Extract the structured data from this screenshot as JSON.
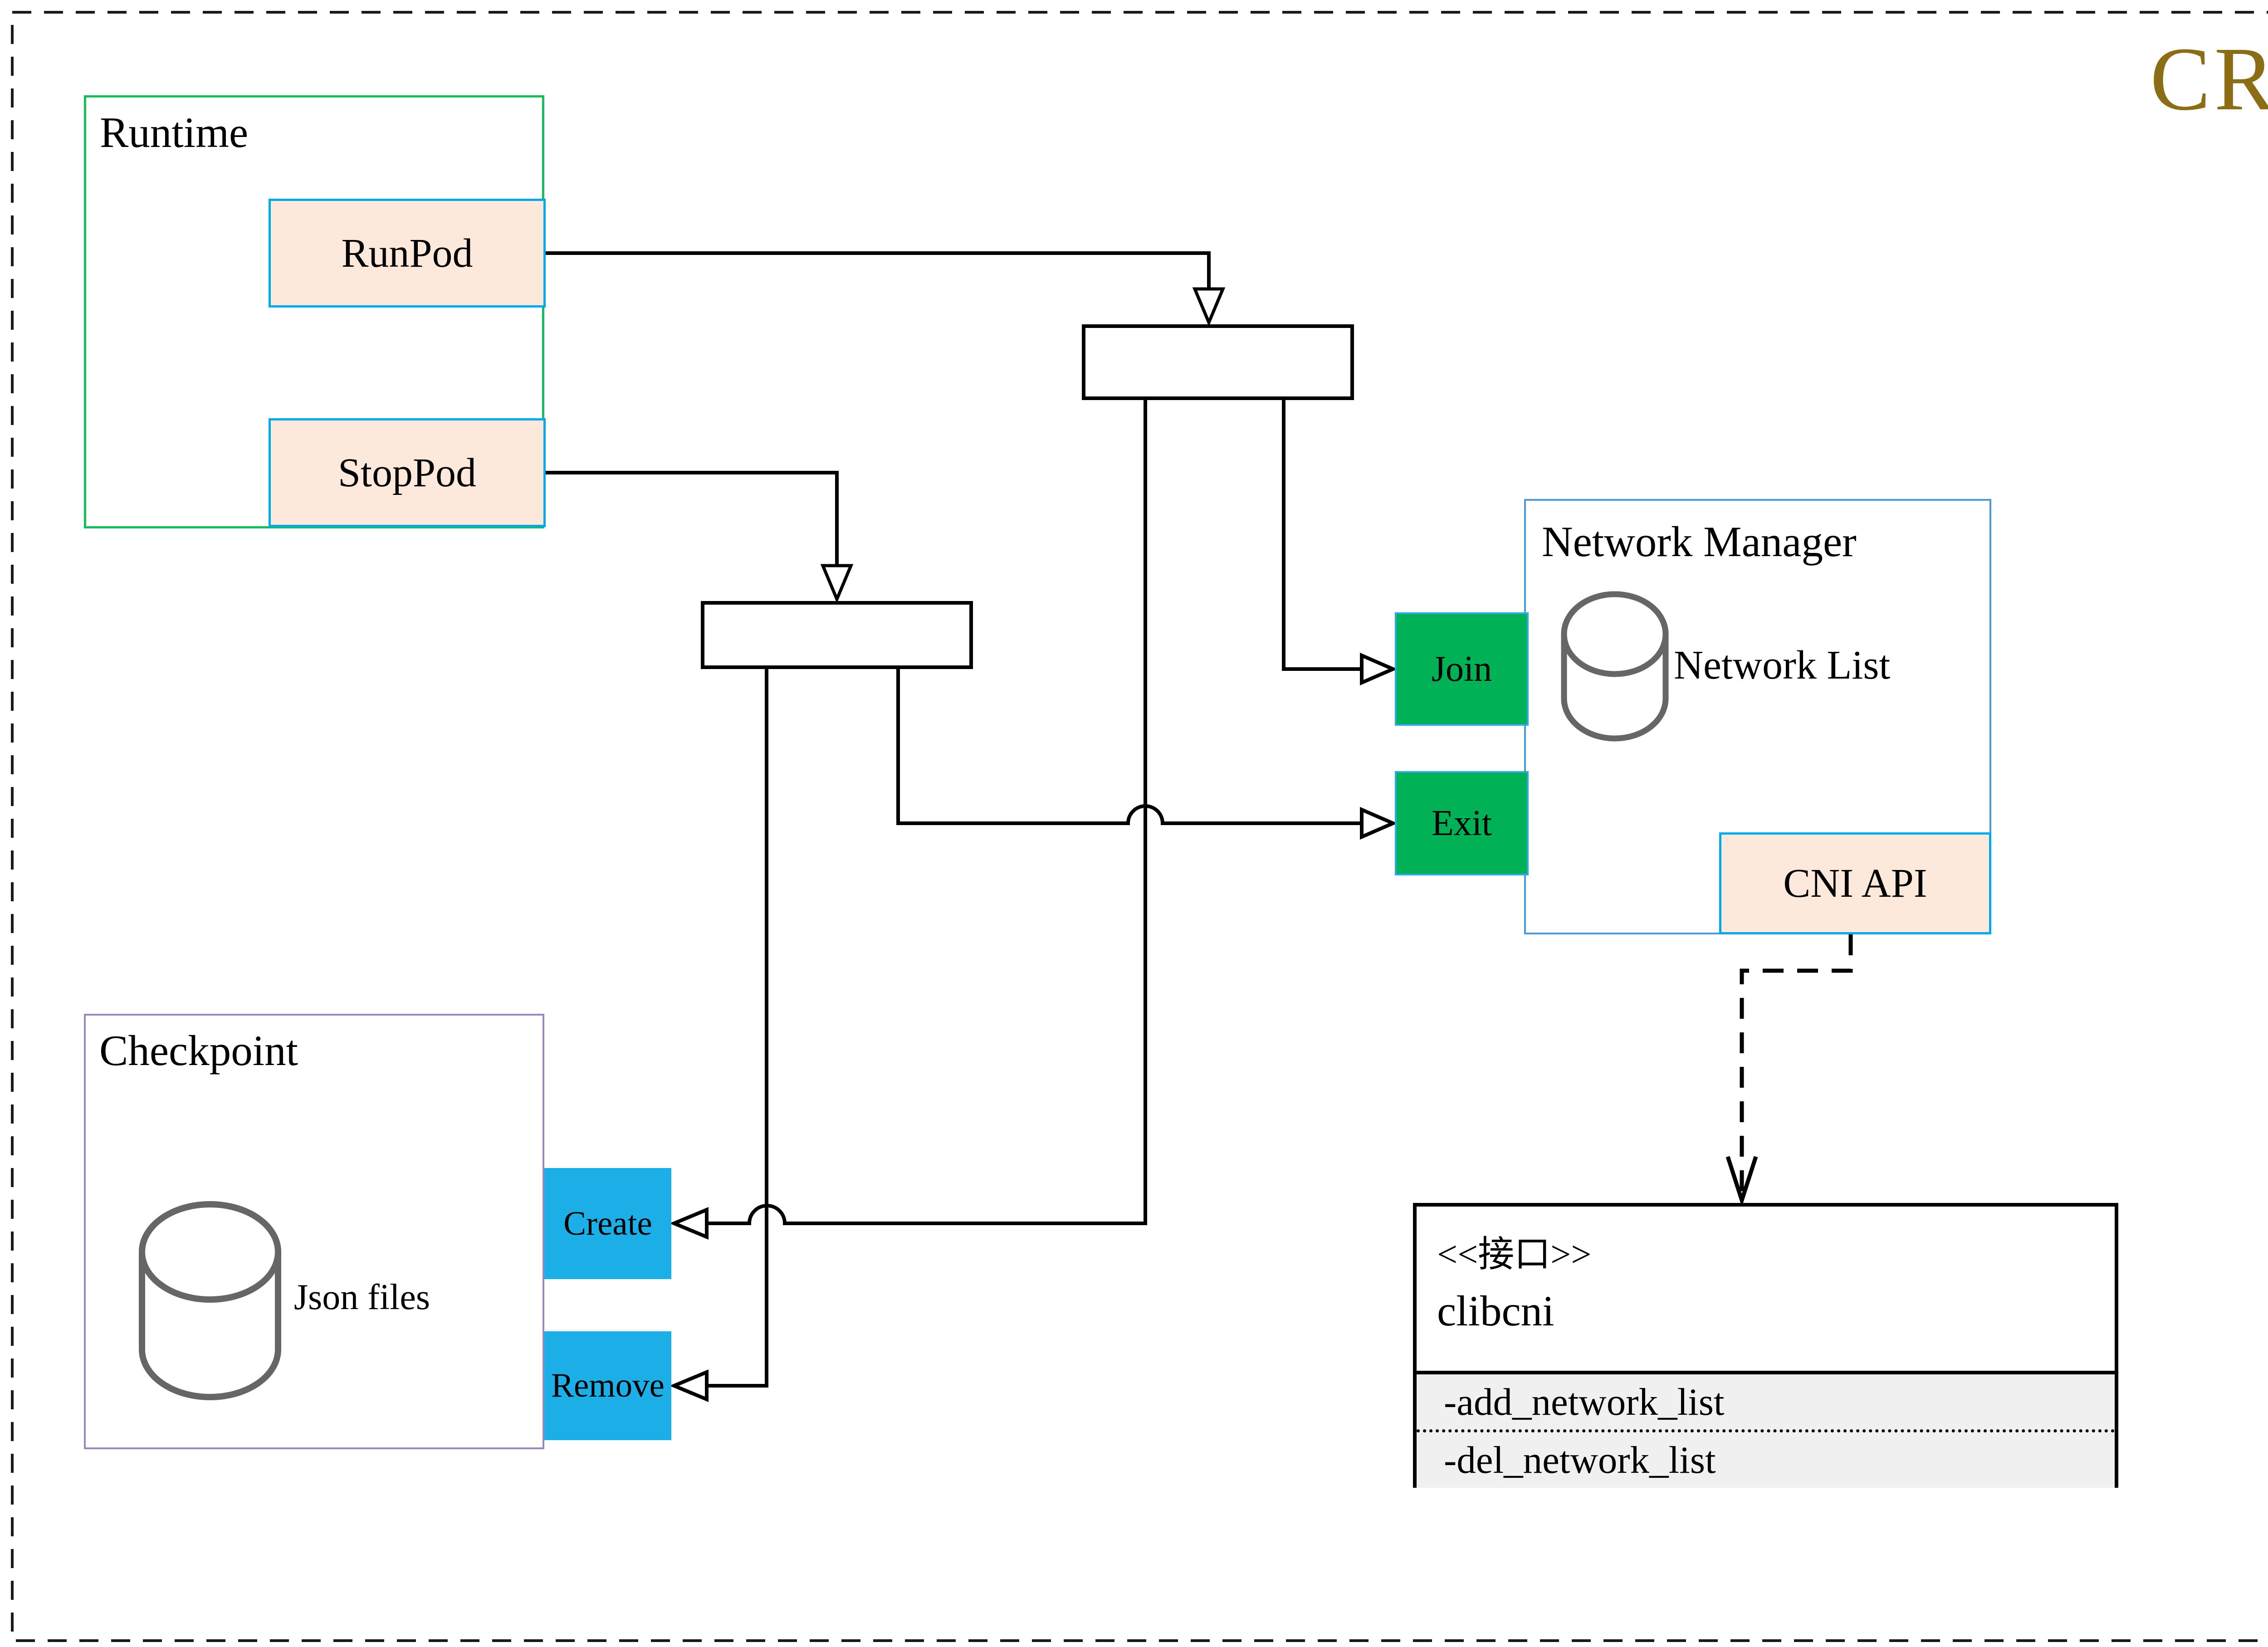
{
  "page": {
    "badge": "CRI"
  },
  "runtime": {
    "title": "Runtime",
    "buttons": [
      {
        "label": "RunPod"
      },
      {
        "label": "StopPod"
      }
    ]
  },
  "network_manager": {
    "title": "Network Manager",
    "db_label": "Network List",
    "buttons": [
      {
        "label": "Join"
      },
      {
        "label": "Exit"
      }
    ],
    "api_label": "CNI API"
  },
  "checkpoint": {
    "title": "Checkpoint",
    "db_label": "Json files",
    "buttons": [
      {
        "label": "Create"
      },
      {
        "label": "Remove"
      }
    ]
  },
  "interface_box": {
    "stereotype": "<<接口>>",
    "name": "clibcni",
    "methods": [
      {
        "label": "-add_network_list"
      },
      {
        "label": "-del_network_list"
      }
    ]
  },
  "colors": {
    "badge_text": "#8a6d14",
    "runtime_border": "#15bd5e",
    "checkpoint_border": "#9c88bd",
    "network_manager_border": "#4a9bd5",
    "chip_fill_peach": "#fce9dc",
    "chip_border_blue": "#00a9e8",
    "green_fill": "#00b156",
    "cyan_fill": "#1caee6",
    "cylinder_stroke": "#666666",
    "interface_section_fill": "#f0f0f0",
    "line_color": "#000000"
  }
}
